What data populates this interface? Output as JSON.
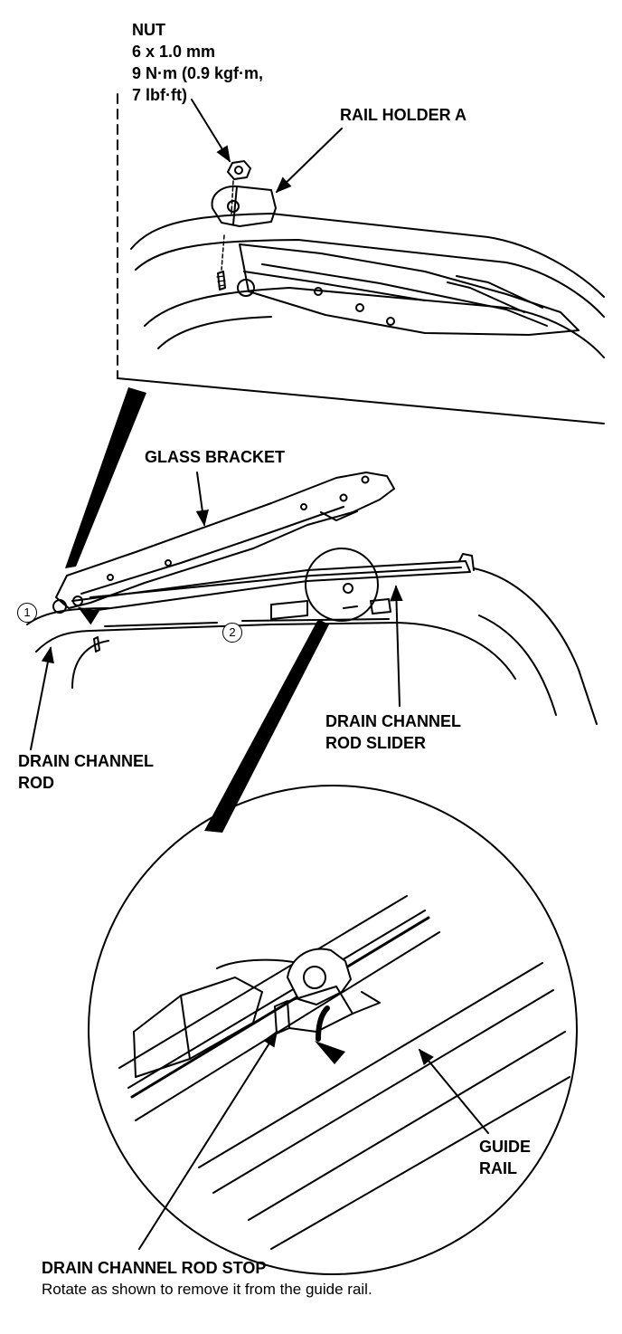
{
  "labels": {
    "nut": "NUT",
    "nut_size": "6 x 1.0 mm",
    "nut_torque_1": "9 N·m (0.9 kgf·m,",
    "nut_torque_2": "7 lbf·ft)",
    "rail_holder_a": "RAIL HOLDER A",
    "glass_bracket": "GLASS BRACKET",
    "step_1": "1",
    "step_2": "2",
    "drain_channel_rod_slider_1": "DRAIN CHANNEL",
    "drain_channel_rod_slider_2": "ROD SLIDER",
    "drain_channel_rod_1": "DRAIN CHANNEL",
    "drain_channel_rod_2": "ROD",
    "guide_rail_1": "GUIDE",
    "guide_rail_2": "RAIL",
    "drain_channel_rod_stop": "DRAIN CHANNEL ROD STOP",
    "instruction": "Rotate as shown to remove it from the guide rail."
  }
}
